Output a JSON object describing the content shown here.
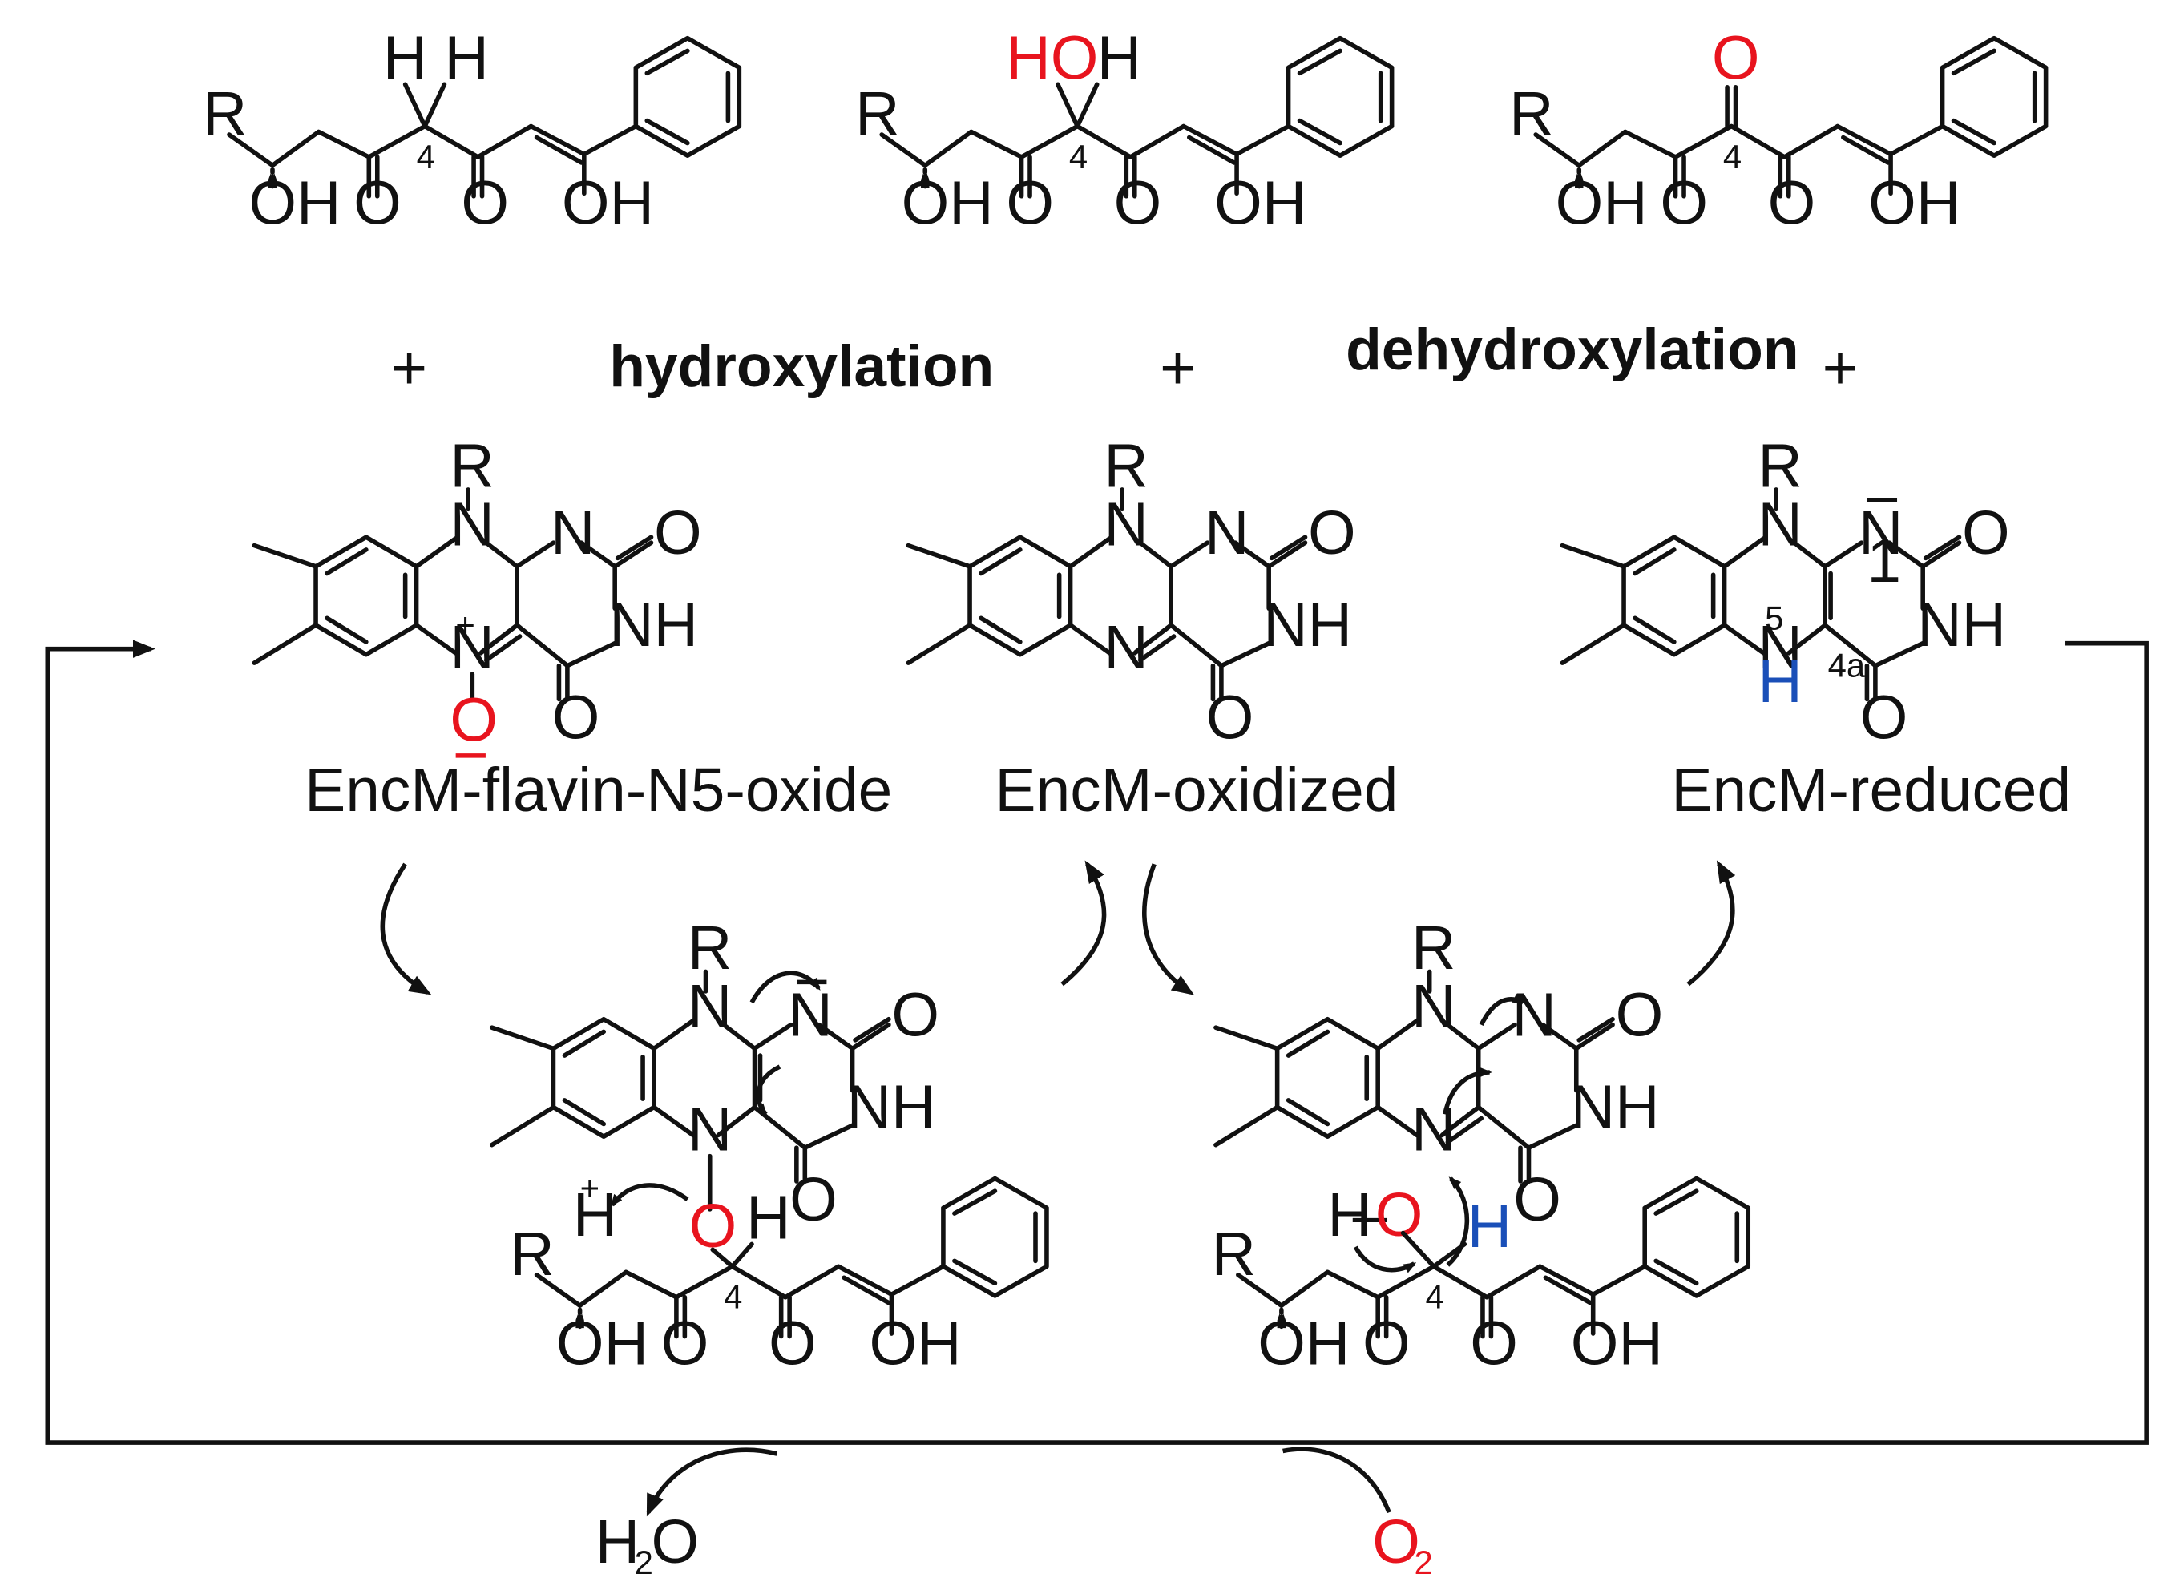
{
  "colors": {
    "ink": "#111111",
    "oxygen": "#e8141e",
    "hydrogen": "#1a4fb8"
  },
  "labels": {
    "plus": "+",
    "hydroxylation": "hydroxylation",
    "dehydroxylation": "dehydroxylation",
    "n5_oxide": "EncM-flavin-N5-oxide",
    "oxidized": "EncM-oxidized",
    "reduced": "EncM-reduced",
    "water_h": "H",
    "water_sub": "2",
    "water_o": "O",
    "o2_o": "O",
    "o2_sub": "2"
  },
  "atoms": {
    "R": "R",
    "OH": "OH",
    "HO": "HO",
    "O": "O",
    "H": "H",
    "N": "N",
    "NH": "NH",
    "num4": "4",
    "num5": "5",
    "num4a": "4a",
    "num1": "1",
    "minus": "−",
    "plus_small": "+",
    "dash": "–"
  },
  "structures": [
    {
      "name": "substrate-c4-methylene"
    },
    {
      "name": "substrate-c4-hydroxy"
    },
    {
      "name": "substrate-c4-keto"
    },
    {
      "name": "flavin-n5-oxide"
    },
    {
      "name": "flavin-oxidized"
    },
    {
      "name": "flavin-reduced"
    },
    {
      "name": "intermediate-hydroxylation"
    },
    {
      "name": "intermediate-dehydroxylation"
    }
  ]
}
